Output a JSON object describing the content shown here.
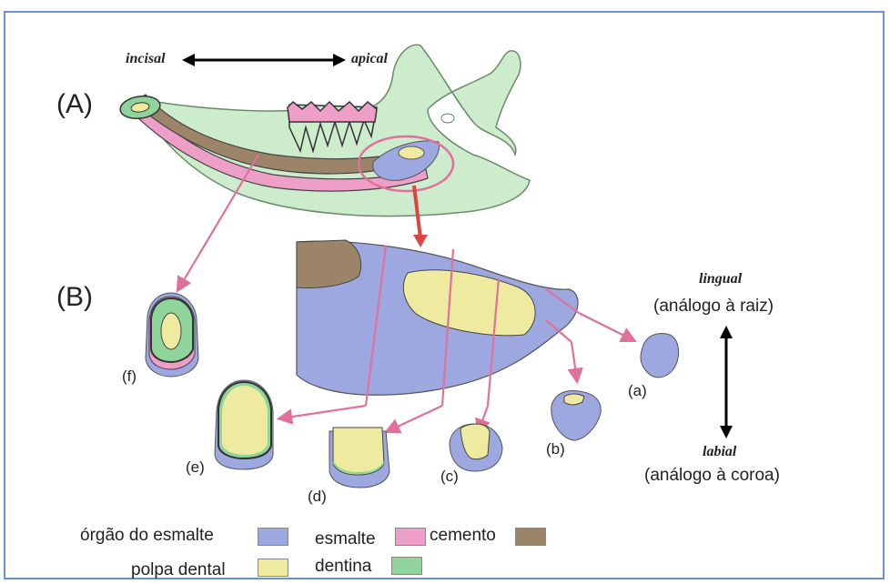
{
  "directions": {
    "incisal": "incisal",
    "apical": "apical",
    "lingual": "lingual",
    "lingual_sub": "(análogo à raiz)",
    "labial": "labial",
    "labial_sub": "(análogo à coroa)"
  },
  "panels": {
    "A": "(A)",
    "B": "(B)"
  },
  "sections": {
    "a": "(a)",
    "b": "(b)",
    "c": "(c)",
    "d": "(d)",
    "e": "(e)",
    "f": "(f)"
  },
  "legend": {
    "enamel_organ": {
      "label": "órgão do esmalte",
      "color": "#9ea8e0"
    },
    "enamel": {
      "label": "esmalte",
      "color": "#ee9fc8"
    },
    "cementum": {
      "label": "cemento",
      "color": "#9b8468"
    },
    "pulp": {
      "label": "polpa dental",
      "color": "#eeeaa0"
    },
    "dentin": {
      "label": "dentina",
      "color": "#8fd49a"
    }
  },
  "colors": {
    "bone": "#cdeccc",
    "arrow": "#e0719a",
    "frame": "#6f8fd0"
  }
}
